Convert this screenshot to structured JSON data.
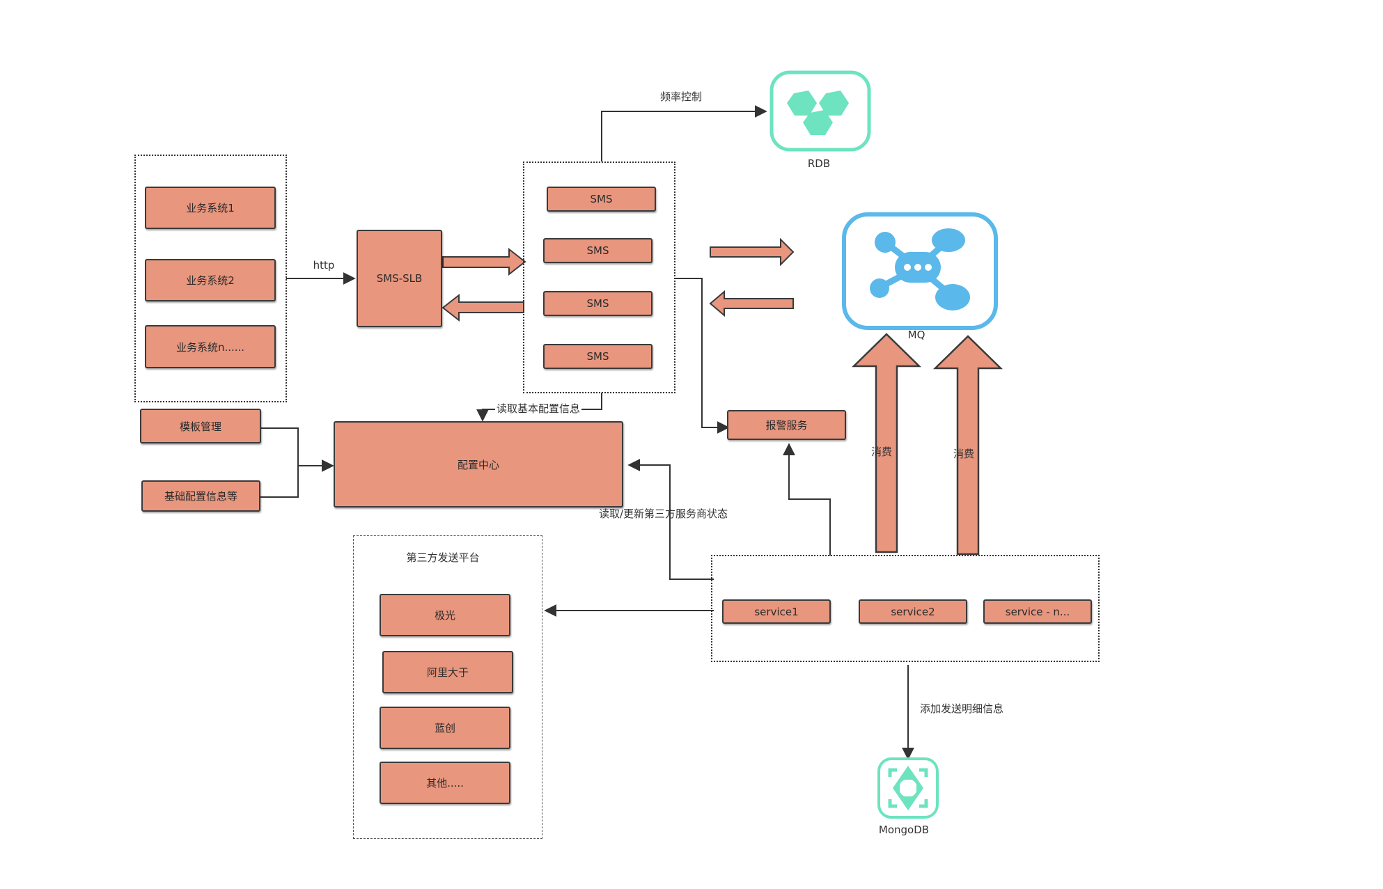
{
  "business_group": {
    "items": [
      "业务系统1",
      "业务系统2",
      "业务系统n......"
    ]
  },
  "http_label": "http",
  "slb": {
    "label": "SMS-SLB"
  },
  "sms_group": {
    "items": [
      "SMS",
      "SMS",
      "SMS",
      "SMS"
    ]
  },
  "rate_label": "频率控制",
  "rdb": {
    "label": "RDB",
    "icon": "rdb-icon",
    "color": "#6de3c0"
  },
  "mq": {
    "label": "MQ",
    "icon": "mq-icon",
    "color": "#5ab8ea"
  },
  "read_config_label": "读取基本配置信息",
  "config_center": {
    "label": "配置中心"
  },
  "template_mgmt": {
    "label": "模板管理"
  },
  "base_config": {
    "label": "基础配置信息等"
  },
  "alarm": {
    "label": "报警服务"
  },
  "consume_labels": [
    "消费",
    "消费"
  ],
  "status_label": "读取/更新第三方服务商状态",
  "third_party": {
    "title": "第三方发送平台",
    "items": [
      "极光",
      "阿里大于",
      "蓝创",
      "其他....."
    ]
  },
  "services": {
    "items": [
      "service1",
      "service2",
      "service - n..."
    ]
  },
  "add_detail_label": "添加发送明细信息",
  "mongodb": {
    "label": "MongoDB",
    "icon": "mongodb-icon",
    "color": "#6de3c0"
  },
  "colors": {
    "box_fill": "#e8967e",
    "stroke": "#3a3a3a"
  }
}
